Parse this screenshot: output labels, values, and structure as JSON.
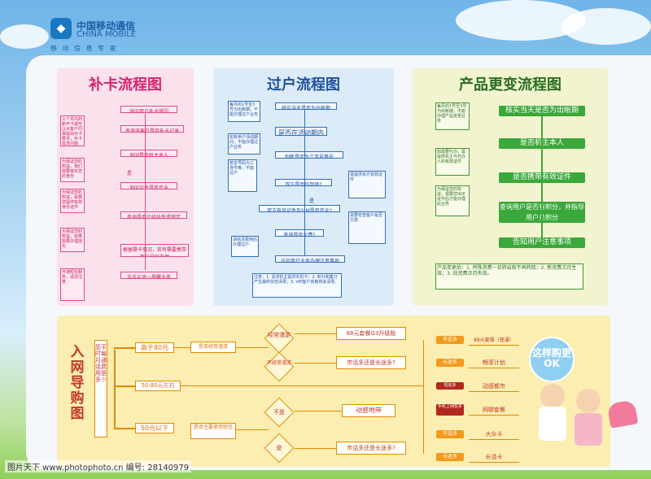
{
  "brand": {
    "mark": "◆",
    "name_cn": "中国移动通信",
    "name_en": "CHINA MOBILE",
    "slogan": "移 动 信 息 专 家"
  },
  "panels": {
    "buka": {
      "title": "补卡流程图",
      "steps": [
        "询问用户补卡原因",
        "查询该客户是否补卡记录",
        "询问是否机主本人",
        "询问证件是否齐全",
        "查询是否已经挂失或锁定",
        "根据需卡情况，若有需要携带客户号码办理",
        "告诉与逐一提醒业务"
      ],
      "side": [
        "三个月内的新开卡或可以大客户同事提出补卡要求，补卡需求问题",
        "为保证您的权益，我们需要核实您的身份",
        "为保证您的权益，需要您提供有效身份证件",
        "为保证您的权益，如果需要办理挂失",
        "开通短信服务，请您注意"
      ],
      "yes": "是"
    },
    "guohu": {
      "title": "过户流程图",
      "steps": [
        "核实当天是否为出帐期",
        "是否在活动期内",
        "判断是否为三连号等号",
        "双方是否均到场?",
        "双方有效证件及SIM是否齐全?",
        "查询是否欠费?",
        "告知用户业务办理注意事项"
      ],
      "side": [
        "每月的1号至3号为出账期，不能办理过户业务",
        "如有参户活动期间，不能办理过户业务",
        "若本号码为三连号等，不能过户",
        "需提供双方有效证件",
        "需要检查客户是否欠费",
        "请结清费用后办理过户"
      ],
      "notes": "注意：1. 请求机主提供本机卡；2. 积分和集分产生最终状态清零；3. VIP客户资格将会清零。",
      "yes": "是"
    },
    "biangeng": {
      "title": "产品更变流程图",
      "steps": [
        "核实当天是否为出帐期",
        "是否机主本人",
        "是否携带有效证件",
        "查询用户是否有积分，并指导用户兑积分",
        "告知用户注意事项"
      ],
      "side": [
        "每月的1号至3号为出帐期，不能办理产品变更业务",
        "如需要代办，需提供机主与代办人的有效证件",
        "为保证您的权益，需要您出示证件后才能办理此业务"
      ],
      "notes": "产品变更后：1. 特殊资费一旦转出则不再转回；2. 新资费次月生效；3. 旧资费次月失效。"
    }
  },
  "guide": {
    "title": "入网导购图",
    "question": "您平时每月通话费用是多少",
    "amounts": [
      "高于80元",
      "50-80元左右",
      "50元以下"
    ],
    "q1": "是否经常漫游",
    "q2": "是否主要使用短信",
    "d_often": "经常漫游",
    "d_rare": "不经常漫游",
    "d_no": "不是",
    "d_yes": "是",
    "pkg_g3": "88元套餐G3升级版",
    "q_local": "市话多还是长途多?",
    "pkg_dongan": "动感地带",
    "q_local2": "市话多还是长途多?",
    "rows": [
      {
        "left": "市话多",
        "right": "88元套餐（普通）"
      },
      {
        "left": "长途多",
        "right": "畅享计划"
      },
      {
        "left": "短信多",
        "right": "动感都市"
      },
      {
        "left": "手机上网较多",
        "right": "网聊套餐"
      },
      {
        "left": "市话多",
        "right": "大众卡"
      },
      {
        "left": "长途多",
        "right": "长话卡"
      }
    ],
    "bubble": "这样购更OK"
  },
  "footer": "图片天下 www.photophoto.cn  编号: 28140979"
}
